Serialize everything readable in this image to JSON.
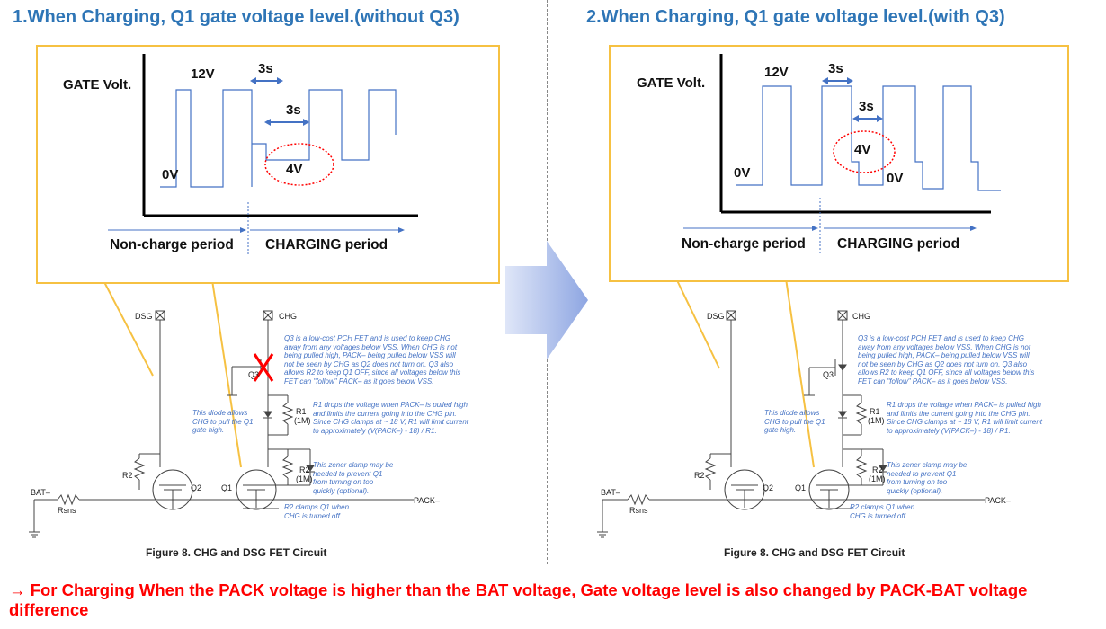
{
  "panel_left": {
    "title": "1.When Charging, Q1 gate voltage level.(without Q3)",
    "axis_label": "GATE Volt.",
    "v_high": "12V",
    "v_low": "0V",
    "v_mid": "4V",
    "t1": "3s",
    "t2": "3s",
    "period_left": "Non-charge period",
    "period_right": "CHARGING period"
  },
  "panel_right": {
    "title": "2.When Charging, Q1 gate voltage level.(with Q3)",
    "axis_label": "GATE Volt.",
    "v_high": "12V",
    "v_low": "0V",
    "v_low2": "0V",
    "v_mid": "4V",
    "t1": "3s",
    "t2": "3s",
    "period_left": "Non-charge period",
    "period_right": "CHARGING period"
  },
  "circuit": {
    "dsg": "DSG",
    "chg": "CHG",
    "q1": "Q1",
    "q2": "Q2",
    "q3": "Q3",
    "r1": "R1",
    "r1_val": "(1M)",
    "r2": "R2",
    "r2_label": "R2",
    "r2_val": "(1M)",
    "bat": "BAT–",
    "pack": "PACK–",
    "rsns": "Rsns",
    "note_q3": "Q3 is a low-cost PCH FET and is used to keep CHG away from any voltages below VSS. When CHG is not being pulled high, PACK– being pulled below VSS will not be seen by CHG as Q2 does not turn on. Q3 also allows R2 to keep Q1 OFF, since all voltages below this FET can \"follow\" PACK– as it goes below VSS.",
    "note_r1": "R1 drops the voltage when PACK– is pulled high and limits the current going into the CHG pin. Since CHG clamps at ~ 18 V, R1 will limit current to approximately (V(PACK–) - 18) / R1.",
    "note_diode": "This diode allows CHG to pull the Q1 gate high.",
    "note_zener": "This zener clamp may be needed to prevent Q1 from turning on too quickly (optional).",
    "note_r2": "R2 clamps Q1 when CHG is turned off.",
    "figure_caption": "Figure 8.  CHG and DSG FET Circuit"
  },
  "conclusion": "→ For Charging When the PACK voltage is higher than the BAT voltage, Gate voltage level is also changed by PACK-BAT voltage difference",
  "colors": {
    "title": "#2e75b6",
    "callout_border": "#f6c142",
    "waveform": "#4472c4",
    "highlight": "#ff0000",
    "arrow": "#9fb3e6"
  }
}
